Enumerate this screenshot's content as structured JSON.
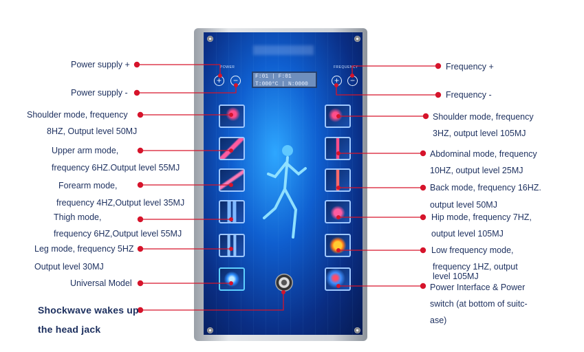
{
  "left_labels": {
    "power_plus": "Power supply +",
    "power_minus": "Power supply -",
    "shoulder_1": "Shoulder mode, frequency",
    "shoulder_2": "8HZ, Output level 50MJ",
    "upperarm_1": "Upper arm mode,",
    "upperarm_2": "frequency 6HZ.Output level 55MJ",
    "forearm_1": "Forearm mode,",
    "forearm_2": "frequency 4HZ,Output level 35MJ",
    "thigh_1": "Thigh mode,",
    "thigh_2": "frequency 6HZ,Output level 55MJ",
    "leg_1": "Leg mode, frequency 5HZ",
    "leg_2": "Output level 30MJ",
    "universal": "Universal Model",
    "shockwave_1": "Shockwave wakes up",
    "shockwave_2": "the head jack"
  },
  "right_labels": {
    "freq_plus": "Frequency +",
    "freq_minus": "Frequency -",
    "shoulder_1": "Shoulder mode, frequency",
    "shoulder_2": "3HZ, output level 105MJ",
    "abdominal_1": "Abdominal mode, frequency",
    "abdominal_2": "10HZ, output level 25MJ",
    "back_1": "Back mode, frequency 16HZ.",
    "back_2": "output level 50MJ",
    "hip_1": "Hip mode, frequency 7HZ,",
    "hip_2": "output level 105MJ",
    "lowfreq_1": "Low frequency mode,",
    "lowfreq_2": "frequency 1HZ, output",
    "lowfreq_3": "level 105MJ",
    "power_1": "Power Interface & Power",
    "power_2": "switch (at bottom of suitc-",
    "power_3": "ase)"
  },
  "device": {
    "power_tag": "POWER",
    "frequency_tag": "FREQUENCY",
    "lcd_line1": "F:01 | F:01",
    "lcd_line2": "T:000°C | N:0000",
    "plus_symbol": "+",
    "minus_symbol": "−"
  },
  "colors": {
    "accent_dot": "#d6142b",
    "label_text": "#1c2f5e",
    "panel_blue": "#0f5fd0"
  }
}
